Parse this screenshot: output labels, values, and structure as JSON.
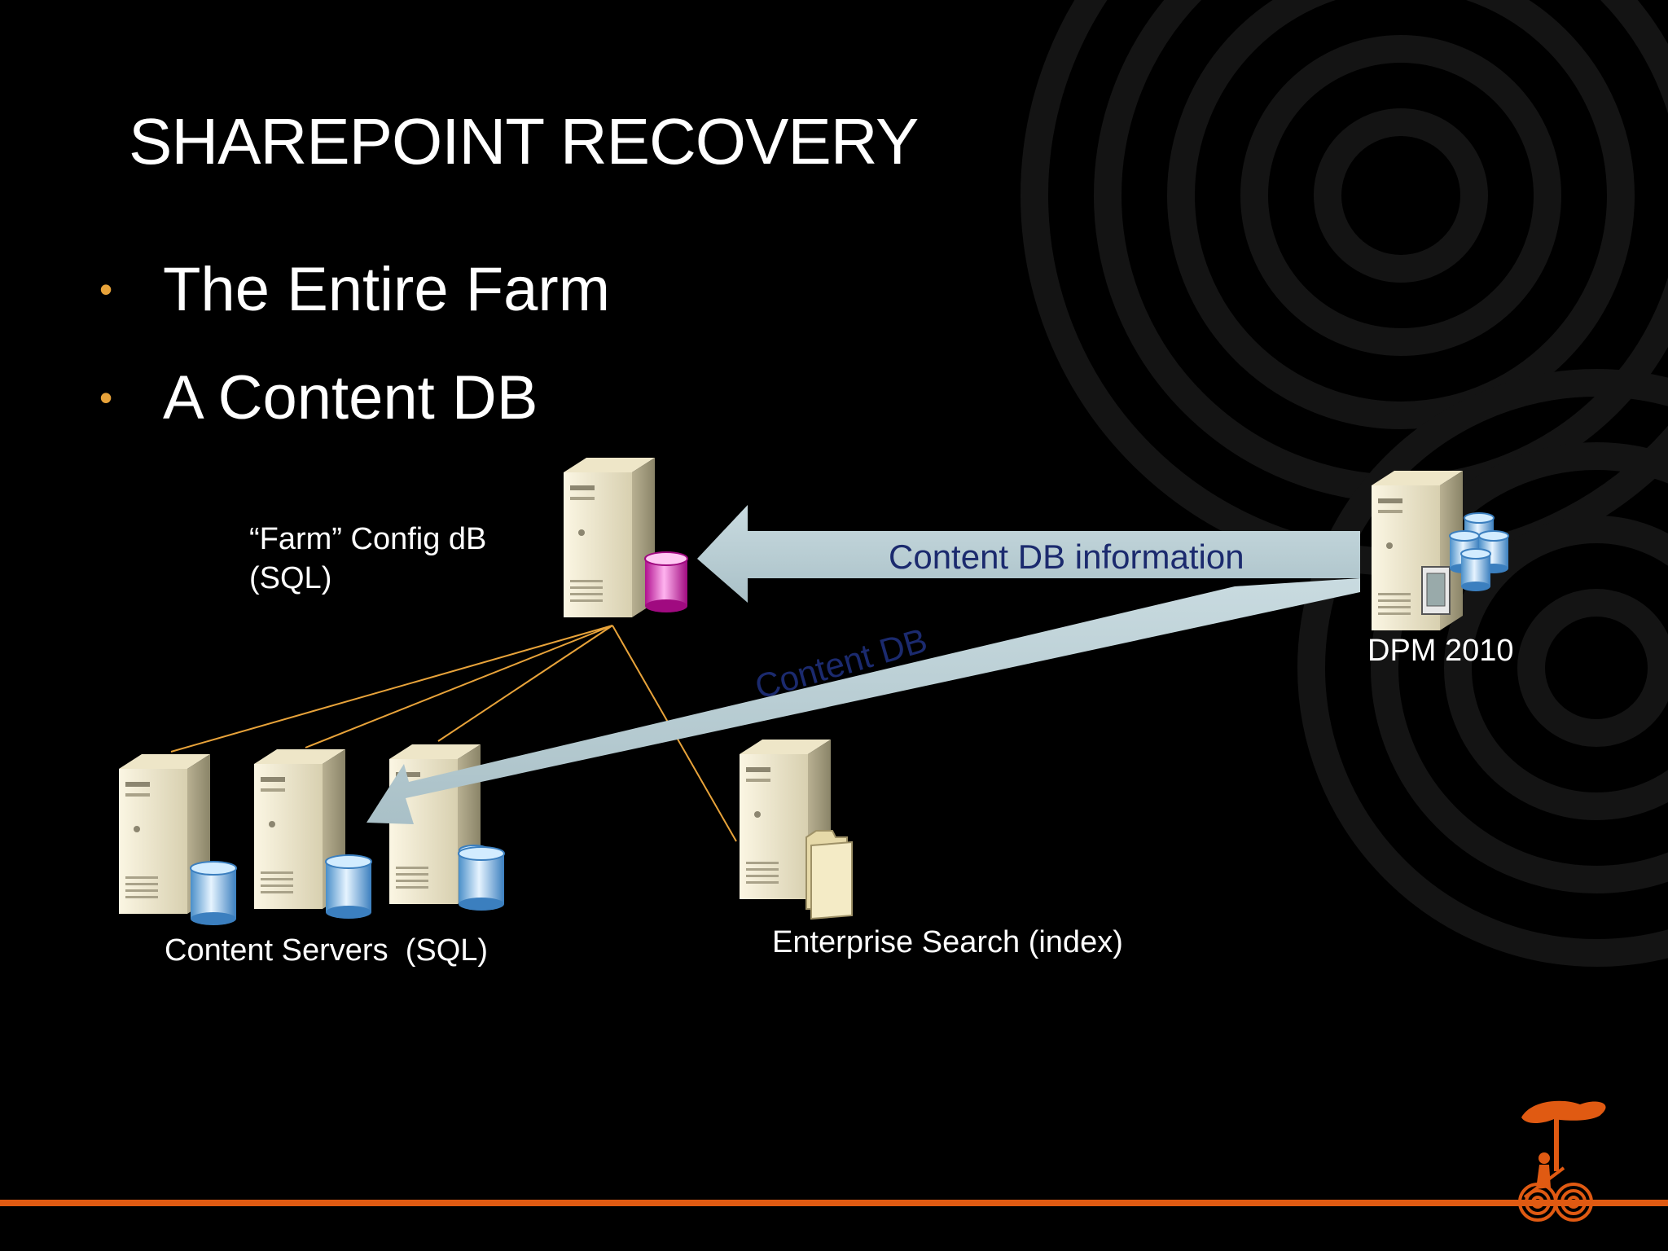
{
  "slide": {
    "title": "SHAREPOINT RECOVERY",
    "bullets": [
      "The Entire Farm",
      "A Content DB"
    ],
    "bullet_glyph": "•"
  },
  "diagram": {
    "nodes": {
      "config_db": {
        "label_line1": "“Farm” Config dB",
        "label_line2": "(SQL)",
        "icon": "server-with-database-icon"
      },
      "content_servers": {
        "label": "Content Servers  (SQL)",
        "icon": "server-with-database-icon"
      },
      "enterprise_search": {
        "label": "Enterprise Search (index)",
        "icon": "server-with-folder-icon"
      },
      "dpm": {
        "label": "DPM 2010",
        "icon": "server-with-databases-icon"
      }
    },
    "arrows": {
      "content_db_information": "Content DB information",
      "content_db": "Content DB"
    }
  },
  "colors": {
    "background": "#000000",
    "bullet_accent": "#e8a33a",
    "connector_line": "#e8a33a",
    "arrow_fill": "#b7cdd3",
    "arrow_text": "#1b2a6e",
    "footer_bar": "#e05a12",
    "logo": "#e05a12"
  }
}
